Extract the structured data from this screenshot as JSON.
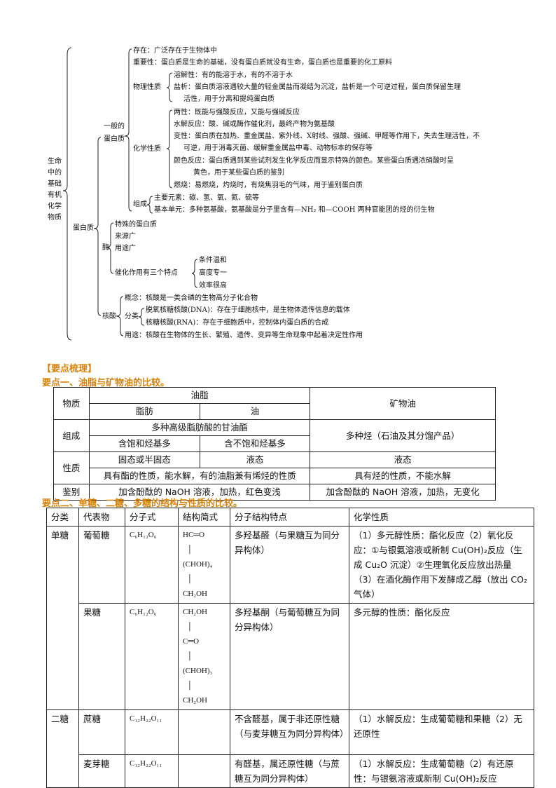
{
  "tree": {
    "root": "生命中的基础有机化学物质",
    "protein": "蛋白质",
    "general": "一般的蛋白质",
    "exist": "存在：广泛存在于生物体中",
    "importance": "重要性：蛋白质是生命的基础，没有蛋白质就没有生命，蛋白质也是重要的化工原料",
    "physical": "物理性质",
    "solubility": "溶解性：有的能溶于水，有的不溶于水",
    "salting_1": "盐析：蛋白质溶液遇较大量的轻金属盐而凝结为沉淀，盐析是一个可逆过程，蛋白质保留生理",
    "salting_2": "活性，用于分离和提纯蛋白质",
    "chemical": "化学性质",
    "amphoteric": "两性：既能与强酸反应，又能与强碱反应",
    "hydrolysis": "水解反应：酸、碱或酶作催化剂，最终产物为氨基酸",
    "denature_1": "变性：蛋白质在加热、重金属盐、紫外线、X射线、强酸、强碱、甲醛等作用下，失去生理活性，不",
    "denature_2": "可逆，用于消毒灭菌、缓解重金属盐中毒、动物标本的保存等",
    "color_1": "颜色反应：蛋白质遇到某些试剂发生化学反应而显示特殊的颜色。某些蛋白质遇浓硝酸时呈",
    "color_2": "黄色，用于某些蛋白质的鉴别",
    "burning": "燃烧：易燃烧，灼烧时，有烧焦羽毛的气味，用于鉴别蛋白质",
    "composition": "组成",
    "elements": "主要元素：碳、氢、氧、氮、硫等",
    "unit": "基本单元：多种氨基酸，氨基酸是分子里含有—NH₂ 和—COOH 两种官能团的烃的衍生物",
    "enzyme": "酶",
    "special": "特殊的蛋白质",
    "source": "来源广",
    "usage": "用途广",
    "catalysis": "催化作用有三个特点",
    "mild": "条件温和",
    "specific": "高度专一",
    "efficient": "效率很高",
    "nucleic": "核酸",
    "concept": "概念：核酸是一类含磷的生物高分子化合物",
    "classify": "分类",
    "dna": "脱氧核糖核酸(DNA)：存在于细胞核中，是生物体遗传信息的载体",
    "rna": "核糖核酸(RNA)：存在于细胞质中，控制体内蛋白质的合成",
    "purpose": "用途：核酸在生物体的生长、繁殖、遗传、变异等生命现象中起着决定性作用"
  },
  "heading": "【要点梳理】",
  "point1": "要点一、油脂与矿物油的比较。",
  "table1": {
    "c_substance": "物质",
    "c_fat_oil": "油脂",
    "c_fat": "脂肪",
    "c_oil": "油",
    "c_mineral": "矿物油",
    "r_comp": "组成",
    "comp_fat_oil": "多种高级脂肪酸的甘油酯",
    "comp_fat": "含饱和烃基多",
    "comp_oil": "含不饱和烃基多",
    "comp_mineral": "多种烃（石油及其分馏产品）",
    "r_prop": "性质",
    "prop_fat": "固态或半固态",
    "prop_oil": "液态",
    "prop_mineral": "液态",
    "prop_fat_oil": "具有酯的性质，能水解，有的油脂兼有烯烃的性质",
    "prop_mineral2": "具有烃的性质，不能水解",
    "r_ident": "鉴别",
    "ident_fat_oil": "加含酚酞的 NaOH 溶液，加热，红色变浅",
    "ident_mineral": "加含酚酞的 NaOH 溶液，加热，无变化"
  },
  "point2": "要点二、单糖、二糖、多糖的结构与性质的比较。",
  "table2": {
    "headers": [
      "分类",
      "代表物",
      "分子式",
      "结构简式",
      "分子结构特点",
      "化学性质"
    ],
    "mono": "单糖",
    "di": "二糖",
    "glucose": "葡萄糖",
    "glucose_formula": "C₆H₁₂O₆",
    "glucose_struct": [
      "HC═O",
      "│",
      "(CHOH)₄",
      "│",
      "CH₂OH"
    ],
    "glucose_feature": "多羟基醛（与果糖互为同分异构体）",
    "glucose_chem": "（1）多元醇性质：酯化反应（2）氧化反应：①与银氨溶液或新制 Cu(OH)₂反应（生成 Cu₂O 沉淀）②生理氧化反应放出热量（3）在酒化酶作用下发酵成乙醇（放出 CO₂气体）",
    "fructose": "果糖",
    "fructose_formula": "C₆H₁₂O₆",
    "fructose_struct": [
      "CH₂OH",
      "│",
      "C═O",
      "│",
      "(CHOH)₃",
      "│",
      "CH₂OH"
    ],
    "fructose_feature": "多羟基酮（与葡萄糖互为同分异构体）",
    "fructose_chem": "多元醇的性质：酯化反应",
    "sucrose": "蔗糖",
    "sucrose_formula": "C₁₂H₂₂O₁₁",
    "sucrose_feature": "不含醛基，属于非还原性糖（与麦芽糖互为同分异构体）",
    "sucrose_chem": "（1）水解反应：生成葡萄糖和果糖（2）无还原性",
    "maltose": "麦芽糖",
    "maltose_formula": "C₁₂H₂₂O₁₁",
    "maltose_feature": "有醛基，属还原性糖（与蔗糖互为同分异构体）",
    "maltose_chem": "（1）水解反应：生成葡萄糖（2）有还原性：与银氨溶液或新制 Cu(OH)₂反应"
  }
}
